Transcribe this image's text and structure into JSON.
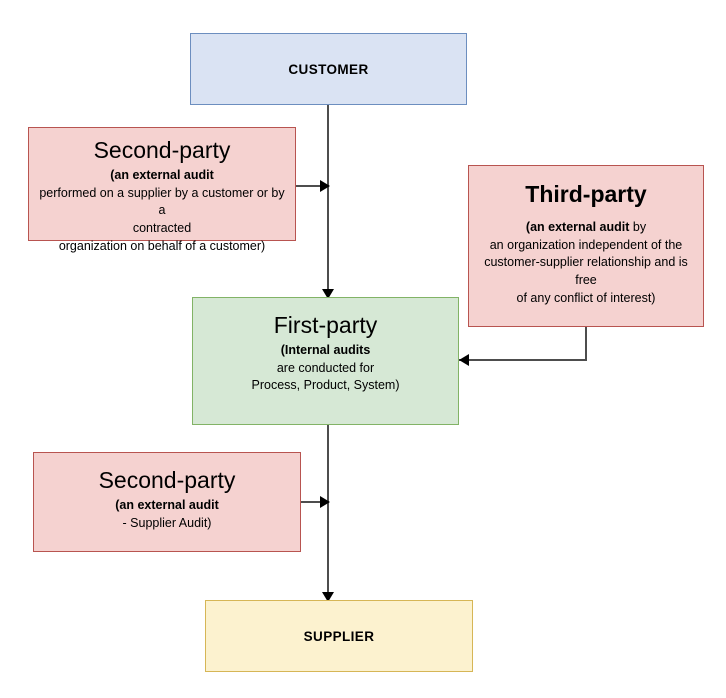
{
  "diagram": {
    "title": "Audit Types Relationship Diagram",
    "colors": {
      "customer_fill": "#dae3f3",
      "customer_border": "#6c8ebf",
      "supplier_fill": "#fcf2cf",
      "supplier_border": "#d6b656",
      "first_party_fill": "#d6e8d5",
      "first_party_border": "#82b366",
      "second_third_party_fill": "#f5d2d0",
      "second_third_party_border": "#b85450",
      "edge_color": "#4d4d4d",
      "arrowhead_color": "#000000",
      "background": "#ffffff",
      "text": "#000000"
    }
  },
  "nodes": {
    "customer": {
      "label": "CUSTOMER"
    },
    "supplier": {
      "label": "SUPPLIER"
    },
    "first_party": {
      "title": "First-party",
      "line1_bold": "(Internal audits",
      "line2": "are conducted for",
      "line3": "Process, Product, System)"
    },
    "second_party_top": {
      "title": "Second-party",
      "line1_bold": "(an external audit",
      "line2": "performed on a supplier by a customer or by a",
      "line3": "contracted",
      "line4": "organization on behalf of a customer)"
    },
    "second_party_bottom": {
      "title": "Second-party",
      "line1_bold": "(an external audit",
      "line2": "-  Supplier Audit)"
    },
    "third_party": {
      "title": "Third-party",
      "line1_bold": "(an external audit",
      "line1_tail": " by",
      "line2": "an organization independent of the",
      "line3": "customer-supplier relationship and is",
      "line4": "free",
      "line5": "of any conflict of interest)"
    }
  },
  "edges": [
    {
      "id": "customer-to-first-party",
      "from": "customer",
      "to": "first_party",
      "direction": "down"
    },
    {
      "id": "second-party-top-to-spine",
      "from": "second_party_top",
      "to": "first_party",
      "direction": "right"
    },
    {
      "id": "third-party-to-first-party",
      "from": "third_party",
      "to": "first_party",
      "direction": "left"
    },
    {
      "id": "first-party-to-supplier",
      "from": "first_party",
      "to": "supplier",
      "direction": "down"
    },
    {
      "id": "second-party-bottom-to-spine",
      "from": "second_party_bottom",
      "to": "supplier",
      "direction": "right"
    }
  ]
}
